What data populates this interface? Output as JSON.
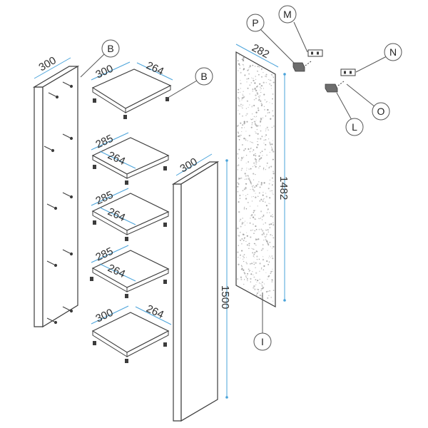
{
  "colors": {
    "outline": "#3c3c3c",
    "panel_fill": "#ffffff",
    "panel_edge": "#e3e3e3",
    "dimension": "#4aa3da",
    "callout": "#555555",
    "texture": "#9a9a9a",
    "hardware": "#6d6d6d"
  },
  "side_panel_left": {
    "depth_label": "300"
  },
  "shelves": [
    {
      "depth_label": "300",
      "width_label": "264"
    },
    {
      "depth_label": "285",
      "width_label": "264"
    },
    {
      "depth_label": "285",
      "width_label": "264"
    },
    {
      "depth_label": "285",
      "width_label": "264"
    },
    {
      "depth_label": "300",
      "width_label": "264"
    }
  ],
  "side_panel_right": {
    "depth_label": "300",
    "height_label": "1500"
  },
  "back_panel": {
    "width_label": "282",
    "height_label": "1482"
  },
  "callouts": {
    "b_panel": "B",
    "b_shelf": "B",
    "p": "P",
    "m": "M",
    "n": "N",
    "o": "O",
    "l": "L",
    "i": "I"
  }
}
